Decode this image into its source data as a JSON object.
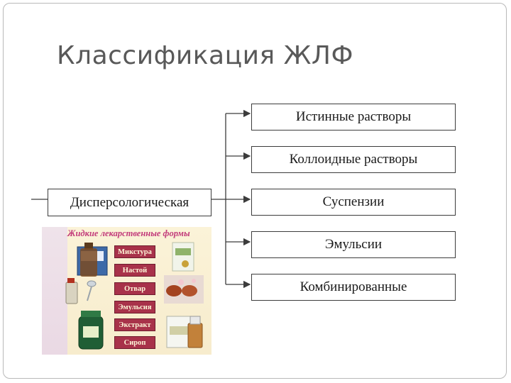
{
  "slide": {
    "title": "Классификация ЖЛФ"
  },
  "diagram": {
    "root": "Дисперсологическая",
    "branches": [
      "Истинные растворы",
      "Коллоидные растворы",
      "Суспензии",
      "Эмульсии",
      "Комбинированные"
    ]
  },
  "collage": {
    "title": "Жидкие лекарственные формы",
    "labels": [
      "Микстура",
      "Настой",
      "Отвар",
      "Эмульсия",
      "Экстракт",
      "Сироп"
    ]
  },
  "colors": {
    "title_text": "#595959",
    "box_border": "#3c3c3c",
    "collage_label_bg": "#a8324a",
    "collage_title": "#c23a7a"
  }
}
